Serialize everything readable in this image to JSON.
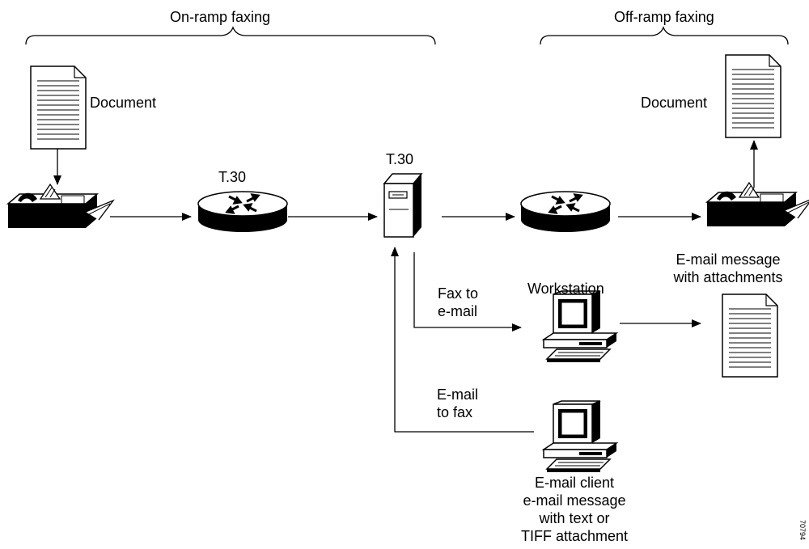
{
  "labels": {
    "on_ramp": "On-ramp faxing",
    "off_ramp": "Off-ramp faxing",
    "document_left": "Document",
    "document_right": "Document",
    "t30_router": "T.30",
    "t30_server": "T.30",
    "email_message_line1": "E-mail message",
    "email_message_line2": "with attachments",
    "fax_to_email_line1": "Fax to",
    "fax_to_email_line2": "e-mail",
    "workstation": "Workstation",
    "email_to_fax_line1": "E-mail",
    "email_to_fax_line2": "to fax",
    "client_line1": "E-mail client",
    "client_line2": "e-mail message",
    "client_line3": "with text or",
    "client_line4": "TIFF attachment",
    "figure_id": "70794"
  }
}
